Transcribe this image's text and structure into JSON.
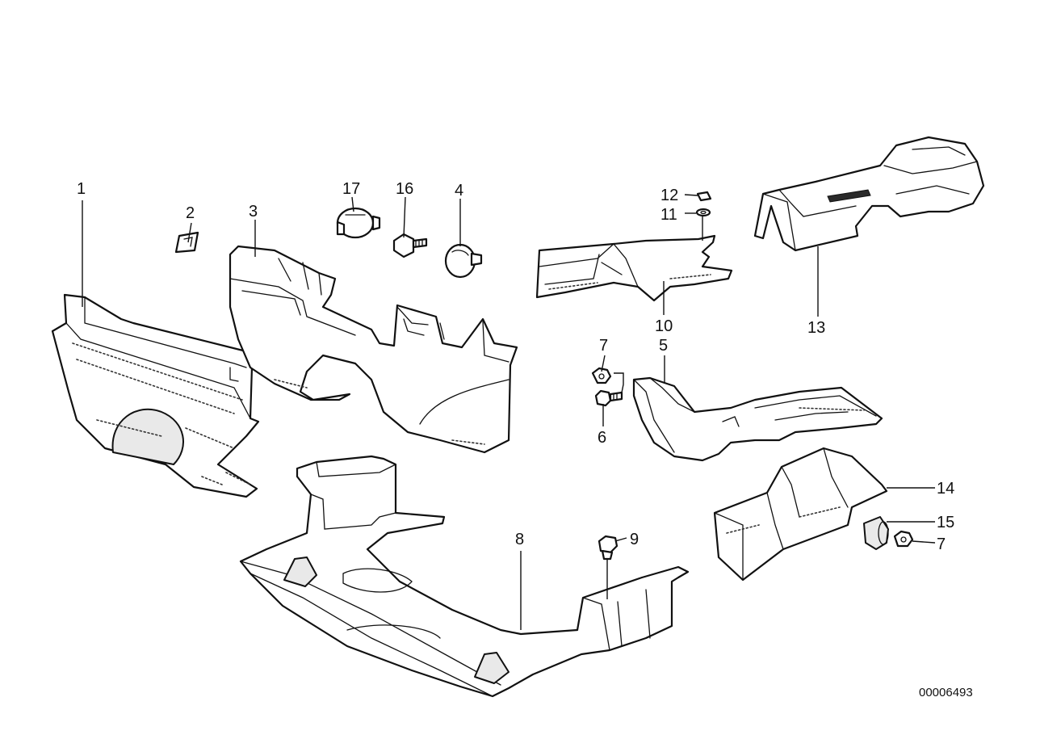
{
  "diagram": {
    "callouts": {
      "c1": "1",
      "c2": "2",
      "c3": "3",
      "c4": "4",
      "c5": "5",
      "c6": "6",
      "c7a": "7",
      "c7b": "7",
      "c8": "8",
      "c9": "9",
      "c10": "10",
      "c11": "11",
      "c12": "12",
      "c13": "13",
      "c14": "14",
      "c15": "15",
      "c16": "16",
      "c17": "17"
    },
    "document_number": "00006493"
  }
}
